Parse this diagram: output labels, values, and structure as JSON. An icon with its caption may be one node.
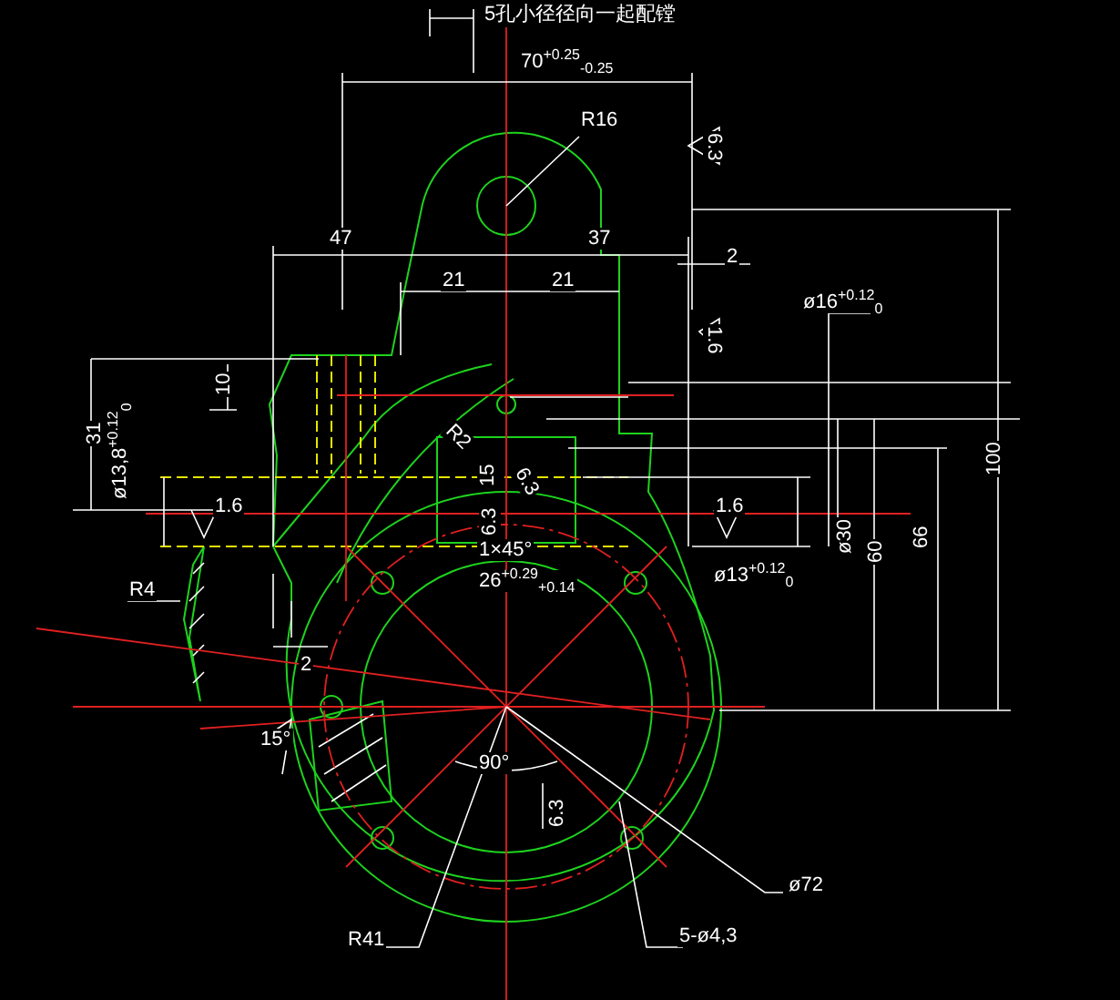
{
  "diagram": {
    "labels": [
      "5孔小径径向一起配镗",
      "70$^{+0.25}$$_{-0.25}$",
      "R16",
      "6.3",
      "47",
      "37",
      "2",
      "21",
      "21",
      "ø16$^{+0.12}$$_{0}$",
      "1.6",
      "10",
      "31",
      "ø13,8$^{+0.12}$$_{0}$",
      "R2",
      "15",
      "6.3",
      "1.6",
      "6.3",
      "1.6",
      "ø30",
      "60",
      "66",
      "100",
      "ø13$^{+0.12}$$_{0}$",
      "1×45°",
      "26$^{+0.29}$$_{+0.14}$",
      "R4",
      "2",
      "15°",
      "90°",
      "6.3",
      "ø72",
      "R41",
      "5-ø4,3"
    ]
  }
}
